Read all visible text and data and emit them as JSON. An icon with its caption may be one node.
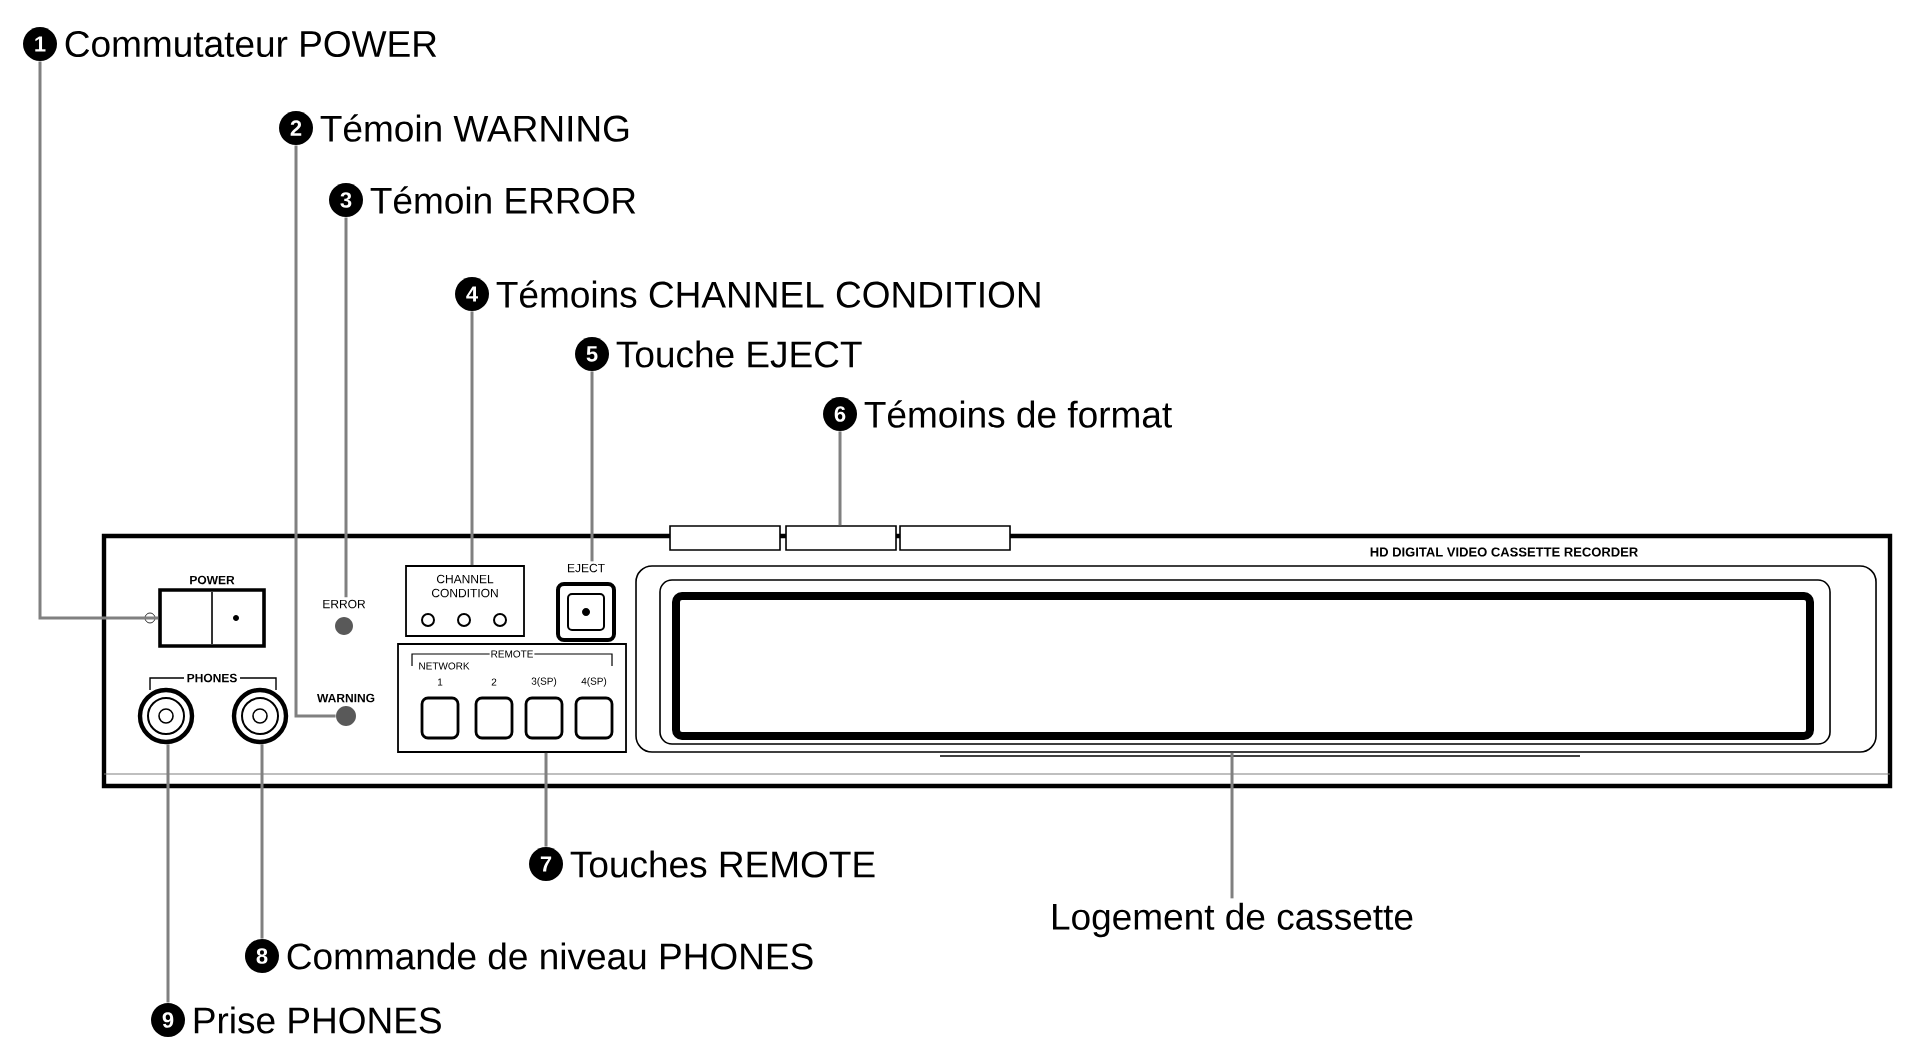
{
  "diagram": {
    "nodes": [
      {
        "text": [
          "1",
          "Commutateur POWER"
        ]
      },
      {
        "text": [
          "2",
          "Témoin WARNING"
        ]
      },
      {
        "text": [
          "3",
          "Témoin ERROR"
        ]
      },
      {
        "text": [
          "4",
          "Témoins CHANNEL CONDITION"
        ]
      },
      {
        "text": [
          "5",
          "Touche EJECT"
        ]
      },
      {
        "text": [
          "6",
          "Témoins de format"
        ]
      },
      {
        "text": [],
        "shape": "box",
        "beside": [
          "POWER"
        ]
      },
      {
        "text": [],
        "shape": "circle"
      },
      {
        "text": [],
        "shape": "circle"
      },
      {
        "text": [
          "ERROR"
        ]
      },
      {
        "text": [],
        "shape": "circle",
        "beside": [
          "WARNING"
        ]
      },
      {
        "text": [
          "CHANNEL CONDITION"
        ]
      },
      {
        "text": [
          "EJECT"
        ]
      },
      {
        "text": [
          "REMOTE",
          "NETWORK",
          "1",
          "2",
          "3(SP)",
          "4(SP)"
        ]
      },
      {
        "text": [],
        "shape": "box",
        "beside": [
          "HD DIGITAL VIDEO CASSETTE RECORDER"
        ]
      },
      {
        "text": [],
        "shape": "box"
      },
      {
        "text": [],
        "shape": "box"
      },
      {
        "text": [],
        "shape": "box"
      },
      {
        "text": [
          "7",
          "Touches REMOTE"
        ]
      },
      {
        "text": [
          "8",
          "Commande de niveau PHONES"
        ]
      },
      {
        "text": [
          "9",
          "Prise PHONES"
        ]
      },
      {
        "text": [
          "Logement de cassette"
        ]
      }
    ],
    "edges": [
      {
        "from": 0,
        "to": 6,
        "arrow": "none"
      },
      {
        "from": 1,
        "to": 10,
        "arrow": "none"
      },
      {
        "from": 2,
        "to": 9,
        "arrow": "none"
      },
      {
        "from": 3,
        "to": 11,
        "arrow": "none"
      },
      {
        "from": 4,
        "to": 12,
        "arrow": "none"
      },
      {
        "from": 5,
        "to": 16,
        "arrow": "none"
      },
      {
        "from": 18,
        "to": 13,
        "arrow": "none"
      },
      {
        "from": 19,
        "to": 8,
        "arrow": "none"
      },
      {
        "from": 20,
        "to": 7,
        "arrow": "none"
      },
      {
        "from": 21,
        "to": 14,
        "arrow": "none"
      }
    ],
    "labels": [
      "PHONES"
    ]
  }
}
